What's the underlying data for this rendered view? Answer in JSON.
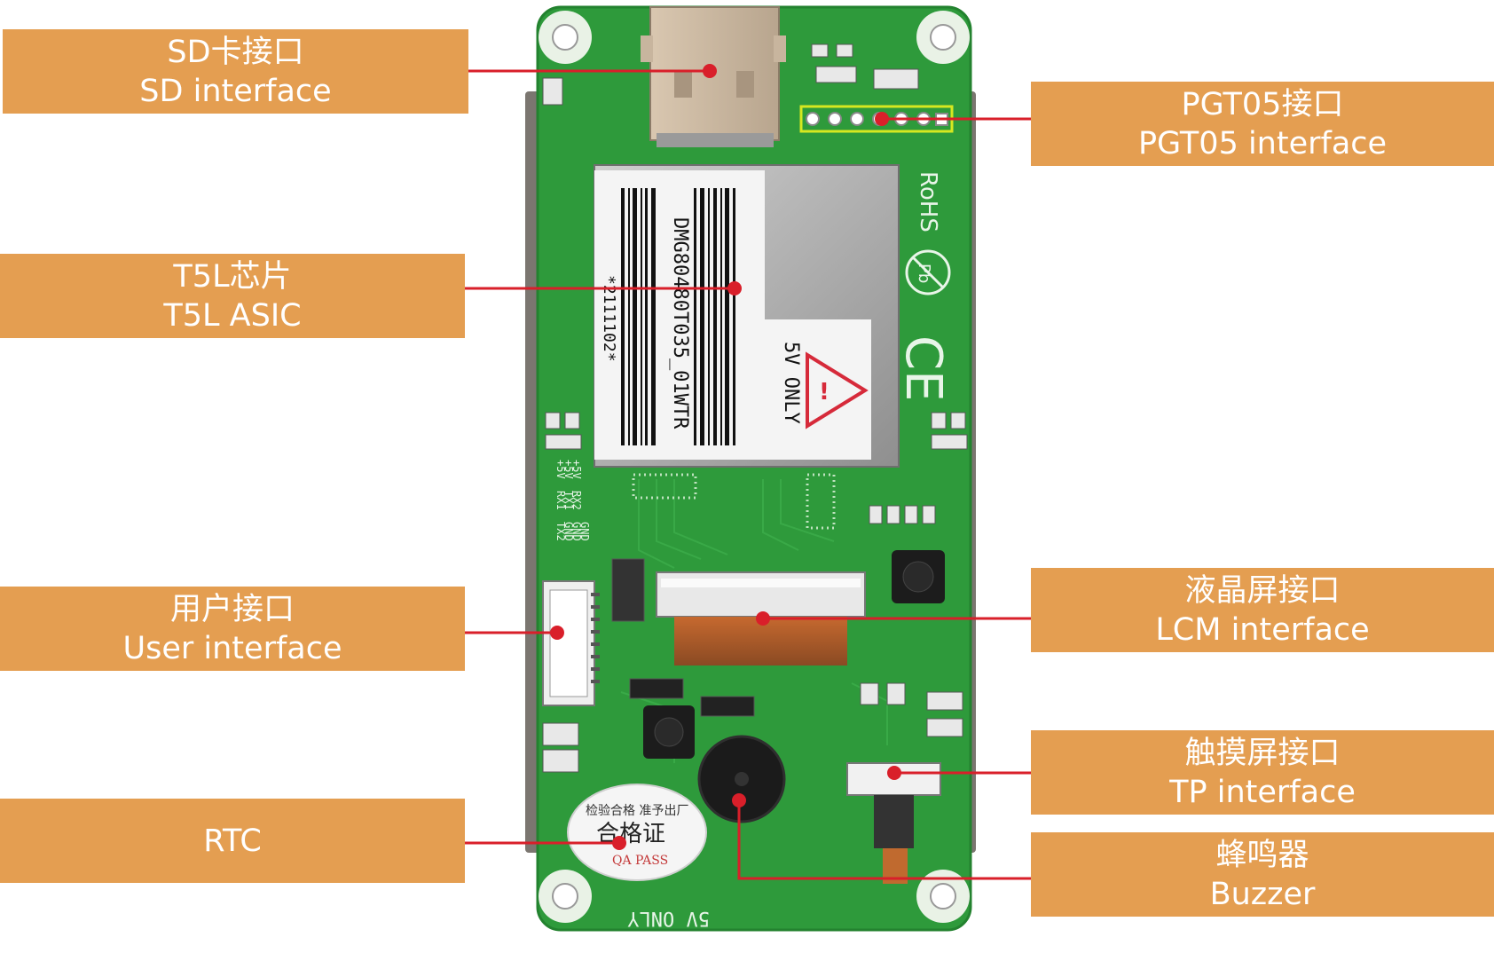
{
  "labels": {
    "sd": {
      "cn": "SD卡接口",
      "en": "SD interface"
    },
    "asic": {
      "cn": "T5L芯片",
      "en": "T5L ASIC"
    },
    "user": {
      "cn": "用户接口",
      "en": "User interface"
    },
    "rtc": {
      "en": "RTC"
    },
    "pgt05": {
      "cn": "PGT05接口",
      "en": "PGT05 interface"
    },
    "lcm": {
      "cn": "液晶屏接口",
      "en": "LCM interface"
    },
    "tp": {
      "cn": "触摸屏接口",
      "en": "TP interface"
    },
    "buzzer": {
      "cn": "蜂鸣器",
      "en": "Buzzer"
    }
  },
  "board": {
    "model": "DMG80480T035_01WTR",
    "serial": "*2111102*",
    "warning": "5V ONLY",
    "rohs": "RoHS",
    "ce": "CE",
    "pb": "Pb",
    "bottom_text": "5V ONLY",
    "pin_labels": [
      "+5V",
      "+5V",
      "+5V",
      "RX1",
      "TX1",
      "RX2",
      "TX2",
      "GND",
      "GND",
      "GND"
    ],
    "qa_sticker": {
      "top": "检验合格  准予出厂",
      "mid": "合格证",
      "bottom": "QA PASS"
    }
  },
  "colors": {
    "label_bg": "#E49E51",
    "label_text": "#FFFFFF",
    "pcb": "#2E9A3B",
    "leader_line": "#D91F2A"
  }
}
